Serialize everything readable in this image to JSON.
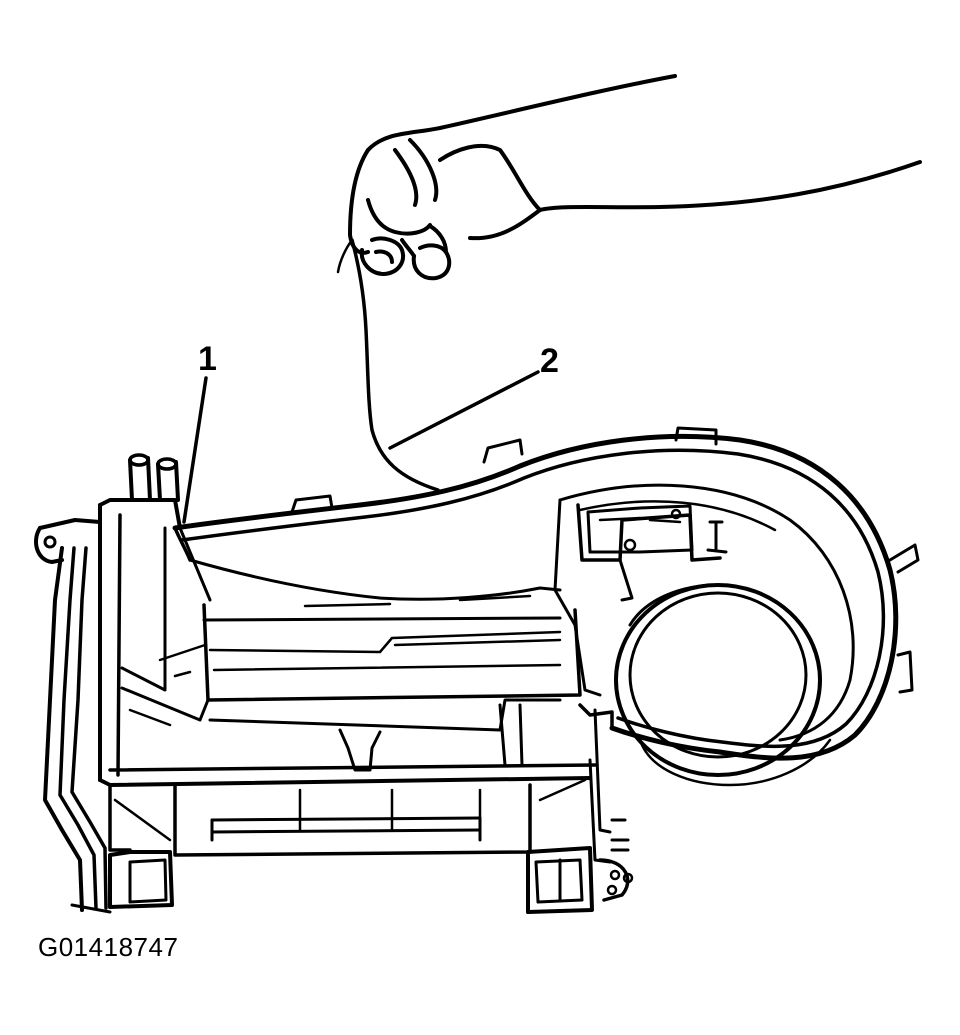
{
  "callouts": [
    {
      "number": "1"
    },
    {
      "number": "2"
    }
  ],
  "figure_id": "G01418747",
  "colors": {
    "ink": "#000000",
    "background": "#ffffff"
  }
}
